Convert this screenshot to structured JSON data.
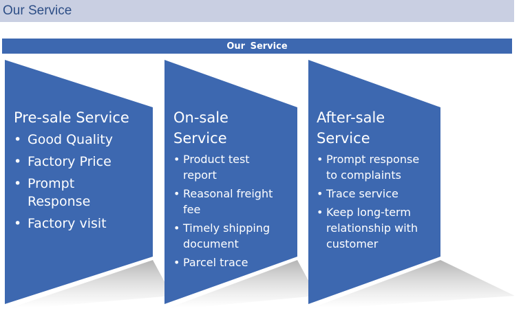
{
  "header": {
    "title": "Our Service"
  },
  "banner": {
    "title": "Our Service"
  },
  "colors": {
    "panel_fill": "#3d68b0",
    "banner_fill": "#3d68b0",
    "header_bg": "#c9cfe2",
    "header_text": "#2d4e86"
  },
  "panels": [
    {
      "title_lines": [
        "Pre-sale Service"
      ],
      "bullets": [
        {
          "lines": [
            "Good Quality"
          ]
        },
        {
          "lines": [
            "Factory Price"
          ]
        },
        {
          "lines": [
            "Prompt",
            "Response"
          ]
        },
        {
          "lines": [
            "Factory visit"
          ]
        }
      ]
    },
    {
      "title_lines": [
        "On-sale",
        "Service"
      ],
      "bullets": [
        {
          "lines": [
            "Product test",
            "report"
          ]
        },
        {
          "lines": [
            "Reasonal freight",
            "fee"
          ]
        },
        {
          "lines": [
            "Timely shipping",
            "document"
          ]
        },
        {
          "lines": [
            "Parcel trace"
          ]
        }
      ]
    },
    {
      "title_lines": [
        "After-sale",
        "Service"
      ],
      "bullets": [
        {
          "lines": [
            "Prompt response",
            "to complaints"
          ]
        },
        {
          "lines": [
            "Trace service"
          ]
        },
        {
          "lines": [
            "Keep long-term",
            "relationship with",
            "customer"
          ]
        }
      ]
    }
  ]
}
